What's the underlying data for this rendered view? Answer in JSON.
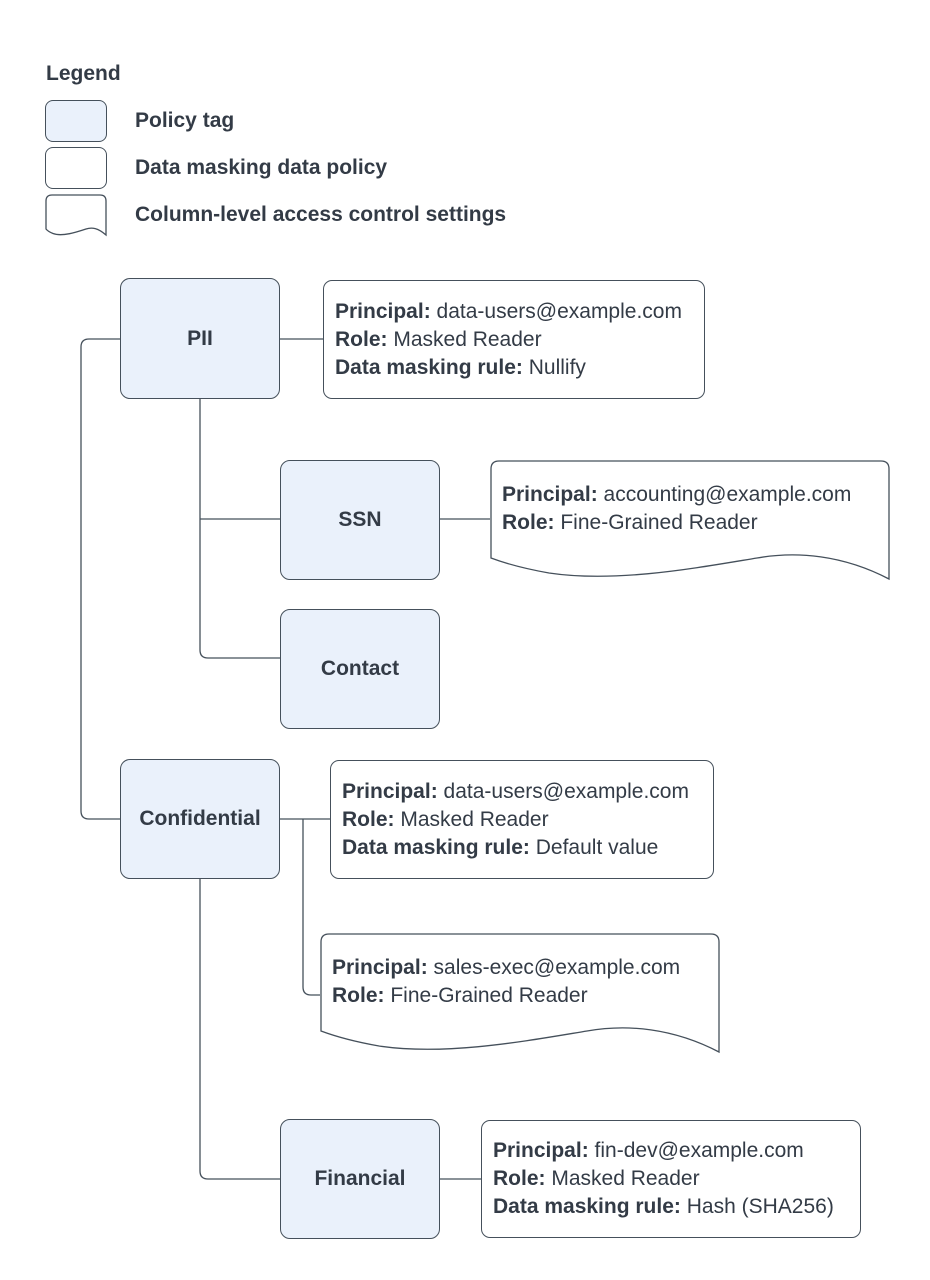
{
  "colors": {
    "tag-fill": "#eaf1fb",
    "stroke": "#45505b",
    "text": "#333b46"
  },
  "legend": {
    "title": "Legend",
    "items": [
      {
        "shape": "policy-tag-swatch",
        "label": "Policy tag"
      },
      {
        "shape": "data-policy-swatch",
        "label": "Data masking data policy"
      },
      {
        "shape": "document-swatch",
        "label": "Column-level access control settings"
      }
    ]
  },
  "nodes": {
    "pii": {
      "label": "PII"
    },
    "ssn": {
      "label": "SSN"
    },
    "contact": {
      "label": "Contact"
    },
    "confidential": {
      "label": "Confidential"
    },
    "financial": {
      "label": "Financial"
    }
  },
  "cards": {
    "pii_masking": {
      "lines": [
        {
          "label": "Principal:",
          "value": "data-users@example.com"
        },
        {
          "label": "Role:",
          "value": "Masked Reader"
        },
        {
          "label": "Data masking rule:",
          "value": "Nullify"
        }
      ]
    },
    "ssn_access": {
      "lines": [
        {
          "label": "Principal:",
          "value": "accounting@example.com"
        },
        {
          "label": "Role:",
          "value": "Fine-Grained Reader"
        }
      ]
    },
    "confidential_masking": {
      "lines": [
        {
          "label": "Principal:",
          "value": "data-users@example.com"
        },
        {
          "label": "Role:",
          "value": "Masked Reader"
        },
        {
          "label": "Data masking rule:",
          "value": "Default value"
        }
      ]
    },
    "confidential_access": {
      "lines": [
        {
          "label": "Principal:",
          "value": "sales-exec@example.com"
        },
        {
          "label": "Role:",
          "value": "Fine-Grained Reader"
        }
      ]
    },
    "financial_masking": {
      "lines": [
        {
          "label": "Principal:",
          "value": "fin-dev@example.com"
        },
        {
          "label": "Role:",
          "value": "Masked Reader"
        },
        {
          "label": "Data masking rule:",
          "value": "Hash (SHA256)"
        }
      ]
    }
  }
}
